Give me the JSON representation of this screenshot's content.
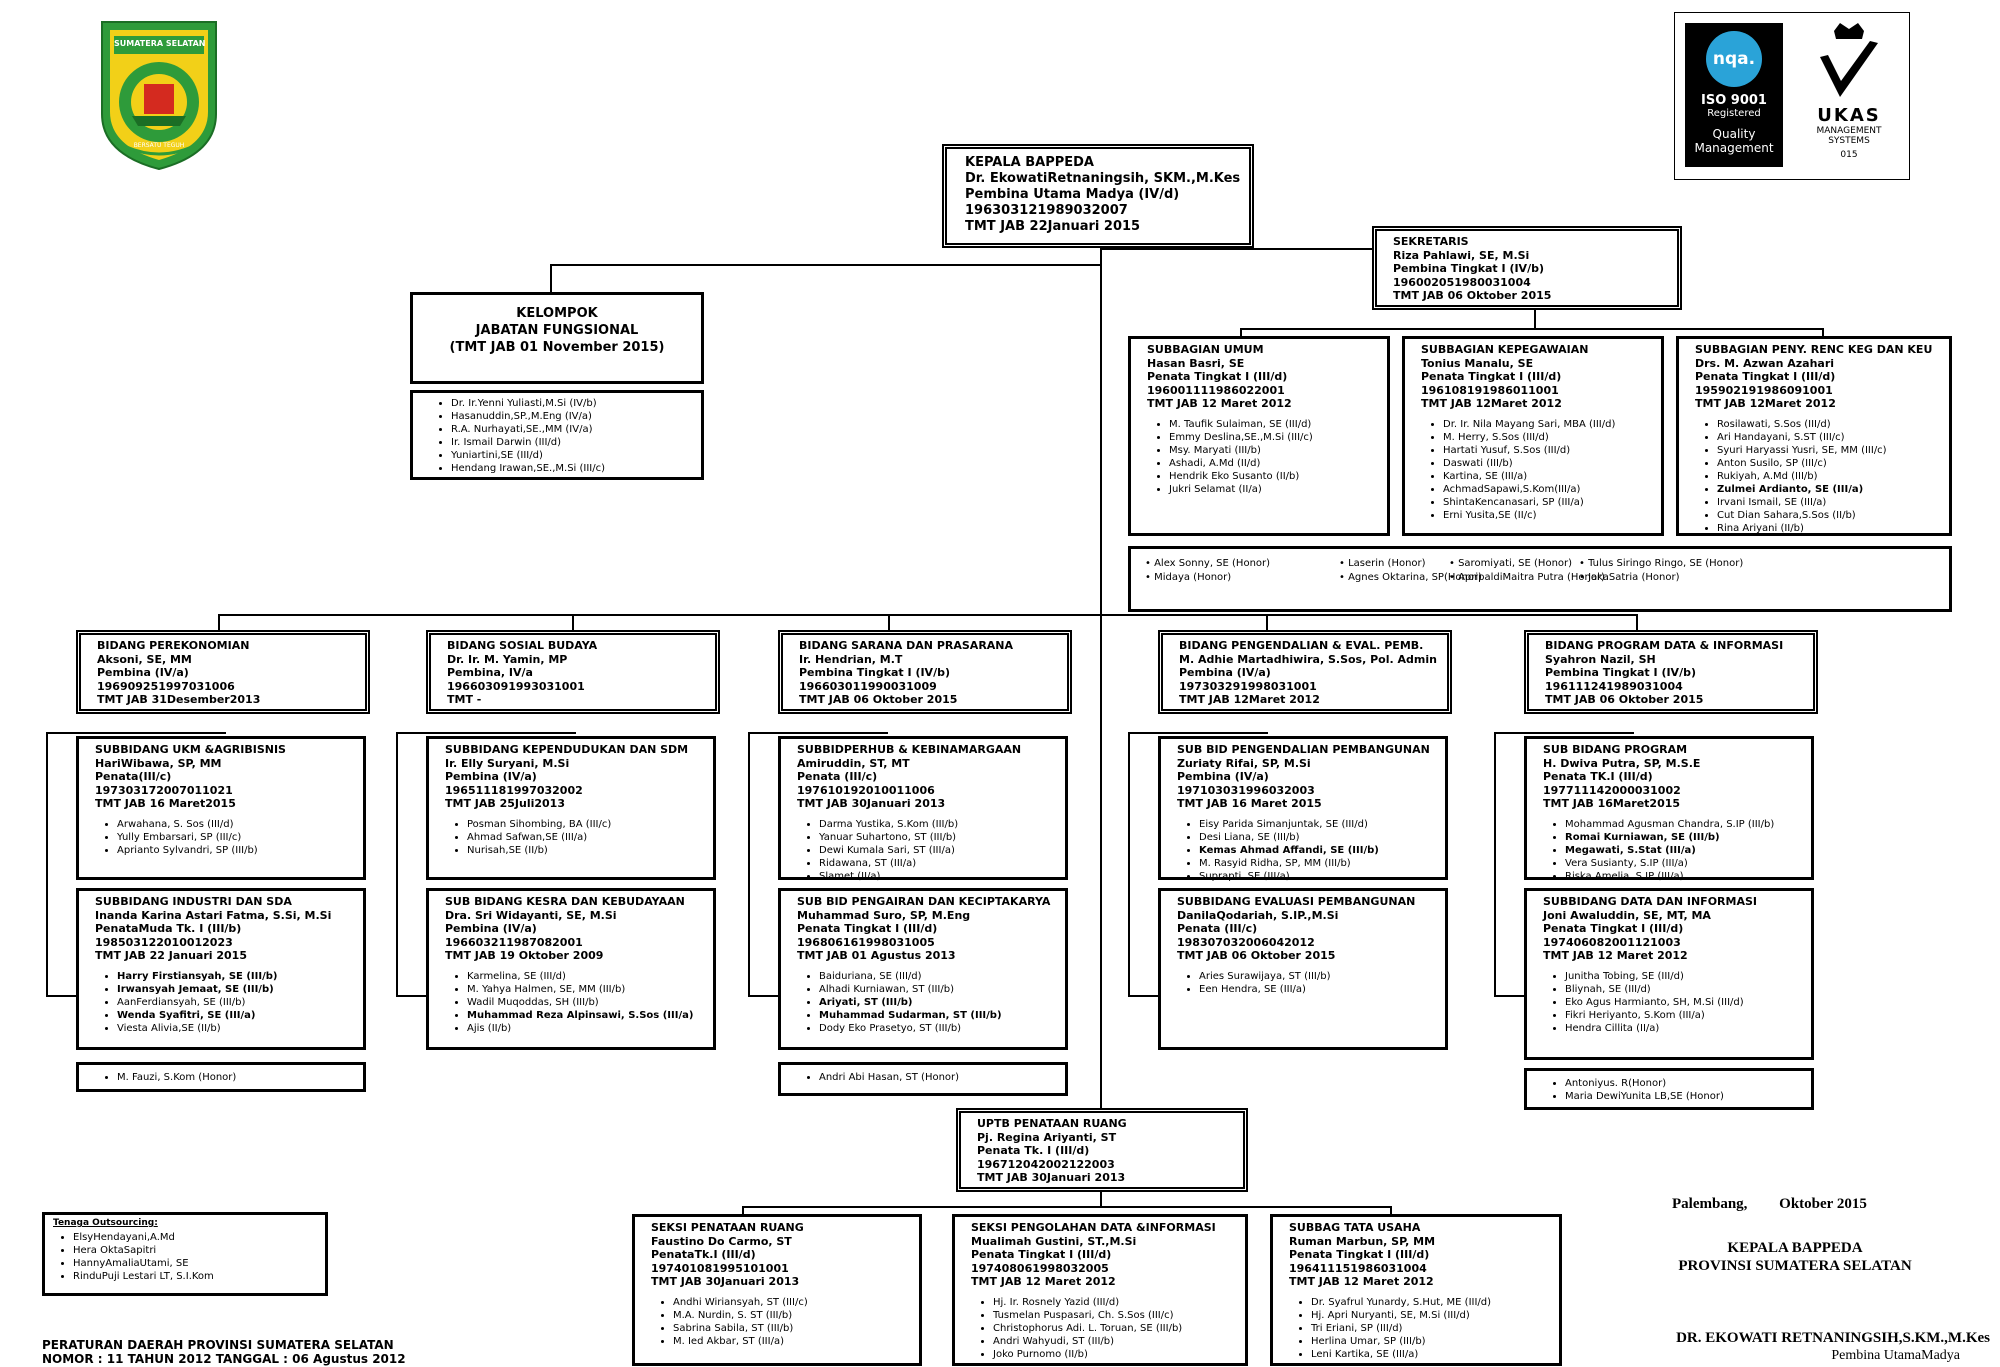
{
  "logo": {
    "top_text": "SUMATERA SELATAN",
    "bottom_text": "BERSATU TEGUH",
    "colors": {
      "green": "#2e9b3a",
      "yellow": "#f2d018",
      "red": "#d42a1f"
    }
  },
  "cert": {
    "nqa": "nqa.",
    "iso": "ISO 9001",
    "registered": "Registered",
    "quality": "Quality",
    "management": "Management",
    "ukas": "UKAS",
    "ukas_sub1": "MANAGEMENT",
    "ukas_sub2": "SYSTEMS",
    "ukas_num": "015"
  },
  "kepala": [
    "KEPALA BAPPEDA",
    "Dr. EkowatiRetnaningsih, SKM.,M.Kes",
    "Pembina Utama Madya (IV/d)",
    "196303121989032007",
    "TMT JAB 22Januari 2015"
  ],
  "sekretaris": [
    "SEKRETARIS",
    "Riza Pahlawi,  SE, M.Si",
    "Pembina Tingkat I (IV/b)",
    "196002051980031004",
    "TMT JAB 06 Oktober  2015"
  ],
  "fungsional": {
    "head": [
      "KELOMPOK",
      "JABATAN FUNGSIONAL",
      "(TMT JAB 01 November 2015)"
    ],
    "items": [
      "Dr. Ir.Yenni  Yuliasti,M.Si  (IV/b)",
      "Hasanuddin,SP.,M.Eng  (IV/a)",
      "R.A. Nurhayati,SE.,MM  (IV/a)",
      "Ir. Ismail  Darwin  (III/d)",
      "Yuniartini,SE  (III/d)",
      "Hendang  Irawan,SE.,M.Si  (III/c)"
    ]
  },
  "umum": {
    "head": [
      "SUBBAGIAN  UMUM",
      "Hasan Basri,  SE",
      "Penata Tingkat I  (III/d)",
      "196001111986022001",
      "TMT JAB 12 Maret  2012"
    ],
    "items": [
      "M. Taufik Sulaiman,  SE (III/d)",
      "Emmy Deslina,SE.,M.Si  (III/c)",
      "Msy. Maryati  (III/b)",
      "Ashadi, A.Md  (II/d)",
      "Hendrik  Eko Susanto  (II/b)",
      "Jukri Selamat  (II/a)"
    ]
  },
  "kepegawaian": {
    "head": [
      "SUBBAGIAN  KEPEGAWAIAN",
      "Tonius Manalu,  SE",
      "Penata Tingkat I  (III/d)",
      "196108191986011001",
      "TMT JAB 12Maret  2012"
    ],
    "items": [
      "Dr. Ir. Nila Mayang  Sari,  MBA (III/d)",
      "M. Herry,  S.Sos  (III/d)",
      "Hartati Yusuf,  S.Sos  (III/d)",
      "Daswati (III/b)",
      "Kartina,  SE (III/a)",
      "AchmadSapawi,S.Kom(III/a)",
      "ShintaKencanasari,  SP (III/a)",
      "Erni Yusita,SE  (II/c)"
    ]
  },
  "penyusunan": {
    "head": [
      "SUBBAGIAN  PENY.  RENC KEG DAN KEU",
      "Drs. M. Azwan  Azahari",
      "Penata Tingkat I  (III/d)",
      "195902191986091001",
      "TMT JAB 12Maret  2012"
    ],
    "items": [
      "Rosilawati,  S.Sos  (III/d)",
      "Ari Handayani,  S.ST  (III/c)",
      "Syuri Haryassi  Yusri,  SE, MM (III/c)",
      "Anton Susilo,  SP (III/c)",
      "Rukiyah,  A.Md  (III/b)",
      "Zulmei Ardianto,  SE (III/a)",
      "Irvani Ismail,  SE (III/a)",
      "Cut Dian Sahara,S.Sos  (II/b)",
      "Rina Ariyani  (II/b)"
    ],
    "bold": [
      5
    ]
  },
  "honor_sekretariat": {
    "row1": [
      "Alex Sonny,  SE (Honor)",
      "Laserin  (Honor)",
      "Saromiyati,  SE (Honor)",
      "Tulus  Siringo  Ringo,  SE (Honor)"
    ],
    "row2": [
      "Midaya  (Honor)",
      "Agnes  Oktarina,  SP(Honor)",
      "ApripaldiMaitra  Putra  (Honor)",
      "JakaSatria  (Honor)"
    ]
  },
  "bid_perekonomian": [
    "BIDANG PEREKONOMIAN",
    "Aksoni, SE, MM",
    "Pembina (IV/a)",
    "196909251997031006",
    "TMT JAB 31Desember2013"
  ],
  "bid_sosial": [
    "BIDANG SOSIAL  BUDAYA",
    "Dr. Ir. M. Yamin, MP",
    "Pembina, IV/a",
    "196603091993031001",
    "TMT -"
  ],
  "bid_sarana": [
    "BIDANG SARANA  DAN PRASARANA",
    "Ir. Hendrian,  M.T",
    "Pembina Tingkat I (IV/b)",
    "196603011990031009",
    "TMT JAB 06 Oktober  2015"
  ],
  "bid_pengendalian": [
    "BIDANG PENGENDALIAN  & EVAL. PEMB.",
    "M. Adhie  Martadhiwira,  S.Sos, Pol. Admin",
    "Pembina (IV/a)",
    "197303291998031001",
    "TMT JAB 12Maret  2012"
  ],
  "bid_program": [
    "BIDANG PROGRAM  DATA & INFORMASI",
    "Syahron Nazil,  SH",
    "Pembina Tingkat I (IV/b)",
    "196111241989031004",
    "TMT JAB 06 Oktober  2015"
  ],
  "sub_ukm": {
    "head": [
      "SUBBIDANG  UKM &AGRIBISNIS",
      "HariWibawa,  SP, MM",
      "Penata(III/c)",
      "197303172007011021",
      "TMT JAB 16 Maret2015"
    ],
    "items": [
      "Arwahana,  S. Sos (III/d)",
      "Yully Embarsari,  SP (III/c)",
      "Aprianto  Sylvandri,  SP (III/b)"
    ]
  },
  "sub_industri": {
    "head": [
      "SUBBIDANG  INDUSTRI  DAN SDA",
      "Inanda Karina Astari Fatma, S.Si, M.Si",
      "PenataMuda Tk. I  (III/b)",
      "198503122010012023",
      "TMT JAB 22 Januari  2015"
    ],
    "items": [
      "Harry Firstiansyah,  SE (III/b)",
      "Irwansyah Jemaat,  SE (III/b)",
      "AanFerdiansyah,  SE (III/b)",
      "Wenda Syafitri,  SE (III/a)",
      "Viesta Alivia,SE  (II/b)"
    ],
    "bold": [
      0,
      1,
      3
    ]
  },
  "honor_perekonomian": [
    "M. Fauzi,  S.Kom  (Honor)"
  ],
  "sub_kependudukan": {
    "head": [
      "SUBBIDANG  KEPENDUDUKAN  DAN SDM",
      "Ir. Elly Suryani,  M.Si",
      "Pembina (IV/a)",
      "196511181997032002",
      "TMT JAB 25Juli2013"
    ],
    "items": [
      "Posman Sihombing,  BA (III/c)",
      "Ahmad Safwan,SE  (III/a)",
      "Nurisah,SE  (II/b)"
    ]
  },
  "sub_kesra": {
    "head": [
      "SUB BIDANG  KESRA DAN KEBUDAYAAN",
      "Dra. Sri Widayanti,  SE, M.Si",
      "Pembina (IV/a)",
      "196603211987082001",
      "TMT JAB 19 Oktober  2009"
    ],
    "items": [
      "Karmelina,  SE (III/d)",
      "M. Yahya  Halmen,  SE, MM (III/b)",
      "Wadil Muqoddas,  SH (III/b)",
      "Muhammad Reza Alpinsawi,  S.Sos (III/a)",
      "Ajis (II/b)"
    ],
    "bold": [
      3
    ]
  },
  "sub_perhub": {
    "head": [
      "SUBBIDPERHUB  & KEBINAMARGAAN",
      "Amiruddin,  ST, MT",
      "Penata (III/c)",
      "197610192010011006",
      "TMT JAB 30Januari  2013"
    ],
    "items": [
      "Darma Yustika,  S.Kom  (III/b)",
      "Yanuar Suhartono,  ST (III/b)",
      "Dewi Kumala  Sari,  ST (III/a)",
      "Ridawana,  ST (III/a)",
      "Slamet (II/a)"
    ]
  },
  "sub_pengairan": {
    "head": [
      "SUB BID PENGAIRAN  DAN KECIPTAKARYA",
      "Muhammad Suro, SP, M.Eng",
      "Penata Tingkat I  (III/d)",
      "196806161998031005",
      "TMT JAB 01 Agustus  2013"
    ],
    "items": [
      "Baiduriana,  SE (III/d)",
      "Alhadi Kurniawan,  ST (III/b)",
      "Ariyati,  ST (III/b)",
      "Muhammad Sudarman,  ST (III/b)",
      "Dody Eko Prasetyo,  ST (III/b)"
    ],
    "bold": [
      2,
      3
    ]
  },
  "honor_sarana": [
    "Andri Abi Hasan,  ST (Honor)"
  ],
  "sub_pengendalian": {
    "head": [
      "SUB BID PENGENDALIAN  PEMBANGUNAN",
      "Zuriaty Rifai,  SP, M.Si",
      "Pembina (IV/a)",
      "197103031996032003",
      "TMT JAB 16 Maret 2015"
    ],
    "items": [
      "Eisy Parida  Simanjuntak,  SE (III/d)",
      "Desi Liana,  SE (III/b)",
      "Kemas Ahmad Affandi,  SE (III/b)",
      "M. Rasyid  Ridha,  SP, MM (III/b)",
      "Suprapti,  SE (III/a)"
    ],
    "bold": [
      2
    ]
  },
  "sub_evaluasi": {
    "head": [
      "SUBBIDANG  EVALUASI  PEMBANGUNAN",
      "DanilaQodariah,  S.IP.,M.Si",
      "Penata (III/c)",
      "198307032006042012",
      "TMT JAB 06 Oktober  2015"
    ],
    "items": [
      "Aries Surawijaya,  ST (III/b)",
      "Een Hendra,  SE (III/a)"
    ]
  },
  "sub_program": {
    "head": [
      "SUB BIDANG  PROGRAM",
      "H. Dwiva Putra,  SP, M.S.E",
      "Penata TK.I (III/d)",
      "197711142000031002",
      "TMT JAB 16Maret2015"
    ],
    "items": [
      "Mohammad Agusman Chandra,  S.IP (III/b)",
      "Romai Kurniawan,  SE (III/b)",
      "Megawati, S.Stat (III/a)",
      "Vera Susianty,  S.IP (III/a)",
      "Riska Amelia,  S.IP (III/a)"
    ],
    "bold": [
      1,
      2
    ]
  },
  "sub_data": {
    "head": [
      "SUBBIDANG  DATA DAN INFORMASI",
      "Joni Awaluddin,  SE, MT, MA",
      "Penata Tingkat I  (III/d)",
      "197406082001121003",
      "TMT JAB 12 Maret 2012"
    ],
    "items": [
      "Junitha  Tobing,  SE (III/d)",
      "Bliynah,  SE (III/d)",
      "Eko Agus Harmianto,  SH, M.Si (III/d)",
      "Fikri Heriyanto,  S.Kom  (III/a)",
      "Hendra Cillita  (II/a)"
    ]
  },
  "honor_program": [
    "Antoniyus.  R(Honor)",
    "Maria DewiYunita  LB,SE (Honor)"
  ],
  "uptb": [
    "UPTB PENATAAN  RUANG",
    "Pj. Regina Ariyanti,  ST",
    "Penata Tk. I (III/d)",
    "196712042002122003",
    "TMT JAB 30Januari  2013"
  ],
  "seksi_penataan": {
    "head": [
      "SEKSI PENATAAN  RUANG",
      "Faustino Do Carmo,  ST",
      "PenataTk.I (III/d)",
      "197401081995101001",
      "TMT JAB 30Januari 2013"
    ],
    "items": [
      "Andhi Wiriansyah,  ST (III/c)",
      "M.A. Nurdin,  S. ST (III/b)",
      "Sabrina Sabila,  ST (III/b)",
      "M. Ied Akbar,  ST (III/a)"
    ]
  },
  "seksi_pengolahan": {
    "head": [
      "SEKSI PENGOLAHAN  DATA &INFORMASI",
      "Mualimah Gustini,  ST.,M.Si",
      "Penata Tingkat I  (III/d)",
      "197408061998032005",
      "TMT JAB 12 Maret 2012"
    ],
    "items": [
      "Hj. Ir. Rosnely  Yazid  (III/d)",
      "Tusmelan Puspasari,  Ch. S.Sos  (III/c)",
      "Christophorus  Adi. L. Toruan,  SE (III/b)",
      "Andri Wahyudi,  ST (III/b)",
      "Joko Purnomo  (II/b)"
    ]
  },
  "subbag_tu": {
    "head": [
      "SUBBAG TATA  USAHA",
      "Ruman Marbun,  SP, MM",
      "Penata Tingkat I  (III/d)",
      "196411151986031004",
      "TMT JAB 12 Maret 2012"
    ],
    "items": [
      "Dr. Syafrul  Yunardy,  S.Hut,  ME (III/d)",
      "Hj. Apri  Nuryanti,  SE, M.Si (III/d)",
      "Tri Eriani,  SP (III/d)",
      "Herlina  Umar,  SP (III/b)",
      "Leni Kartika,  SE (III/a)"
    ]
  },
  "outsourcing": {
    "title": "Tenaga Outsourcing:",
    "items": [
      "ElsyHendayani,A.Md",
      "Hera OktaSapitri",
      "HannyAmaliaUtami,  SE",
      "RinduPuji  Lestari LT, S.I.Kom"
    ]
  },
  "regulation": [
    "PERATURAN DAERAH PROVINSI SUMATERA SELATAN",
    "NOMOR :  11 TAHUN 2012 TANGGAL : 06 Agustus 2012"
  ],
  "signature": {
    "city": "Palembang,",
    "date": "Oktober 2015",
    "title1": "KEPALA BAPPEDA",
    "title2": "PROVINSI SUMATERA SELATAN",
    "name": "DR. EKOWATI RETNANINGSIH,S.KM.,M.Kes",
    "rank": "Pembina UtamaMadya"
  }
}
